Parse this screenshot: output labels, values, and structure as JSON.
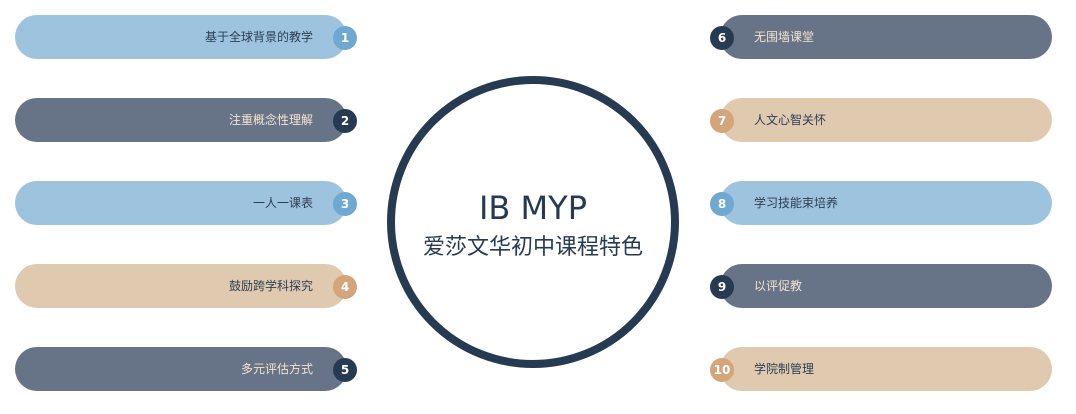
{
  "center": {
    "title": "IB MYP",
    "subtitle": "爱莎文华初中课程特色"
  },
  "items": [
    {
      "num": "1",
      "label": "基于全球背景的教学",
      "color": "#9dc3de"
    },
    {
      "num": "2",
      "label": "注重概念性理解",
      "color": "#677487"
    },
    {
      "num": "3",
      "label": "一人一课表",
      "color": "#9dc3de"
    },
    {
      "num": "4",
      "label": "鼓励跨学科探究",
      "color": "#dfcab0"
    },
    {
      "num": "5",
      "label": "多元评估方式",
      "color": "#677487"
    },
    {
      "num": "6",
      "label": "无围墙课堂",
      "color": "#677487"
    },
    {
      "num": "7",
      "label": "人文心智关怀",
      "color": "#dfcab0"
    },
    {
      "num": "8",
      "label": "学习技能束培养",
      "color": "#9dc3de"
    },
    {
      "num": "9",
      "label": "以评促教",
      "color": "#677487"
    },
    {
      "num": "10",
      "label": "学院制管理",
      "color": "#dfcab0"
    }
  ]
}
